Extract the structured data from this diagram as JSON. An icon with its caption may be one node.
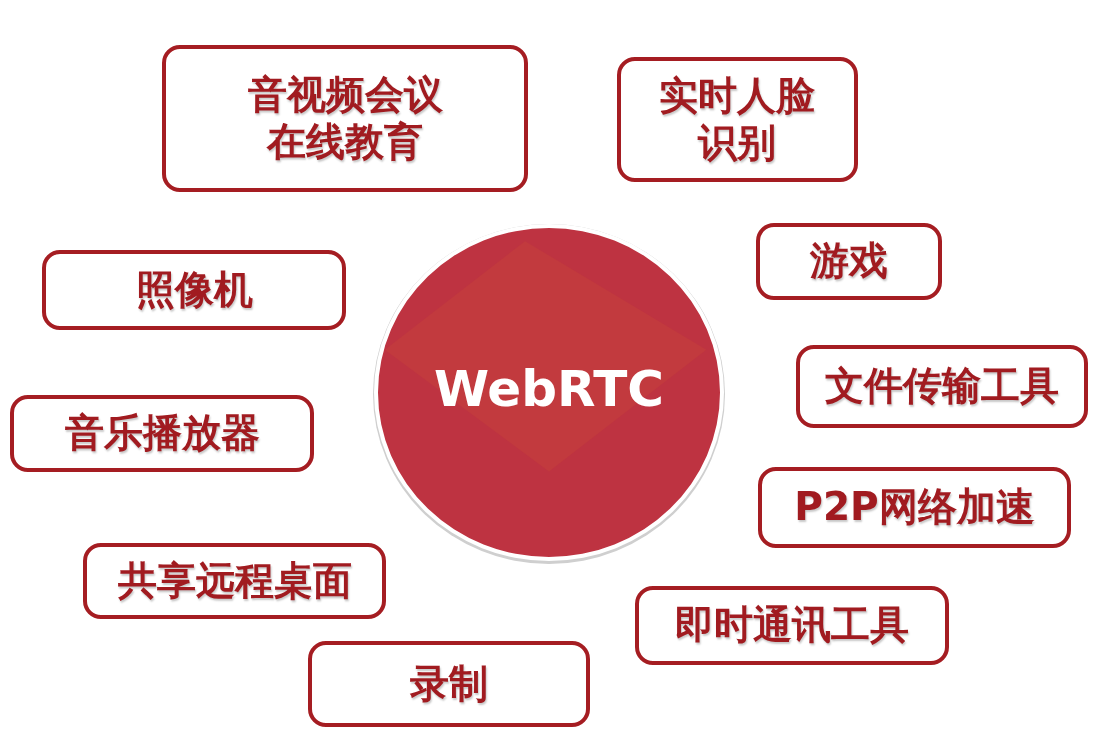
{
  "diagram": {
    "nodes": [
      {
        "text": [
          "WebRTC"
        ]
      },
      {
        "text": [
          "音视频会议",
          "在线教育"
        ]
      },
      {
        "text": [
          "实时人脸识别"
        ]
      },
      {
        "text": [
          "照像机"
        ]
      },
      {
        "text": [
          "游戏"
        ]
      },
      {
        "text": [
          "文件传输工具"
        ]
      },
      {
        "text": [
          "音乐播放器"
        ]
      },
      {
        "text": [
          "P2P网络加速"
        ]
      },
      {
        "text": [
          "共享远程桌面"
        ]
      },
      {
        "text": [
          "即时通讯工具"
        ]
      },
      {
        "text": [
          "录制"
        ]
      }
    ]
  }
}
